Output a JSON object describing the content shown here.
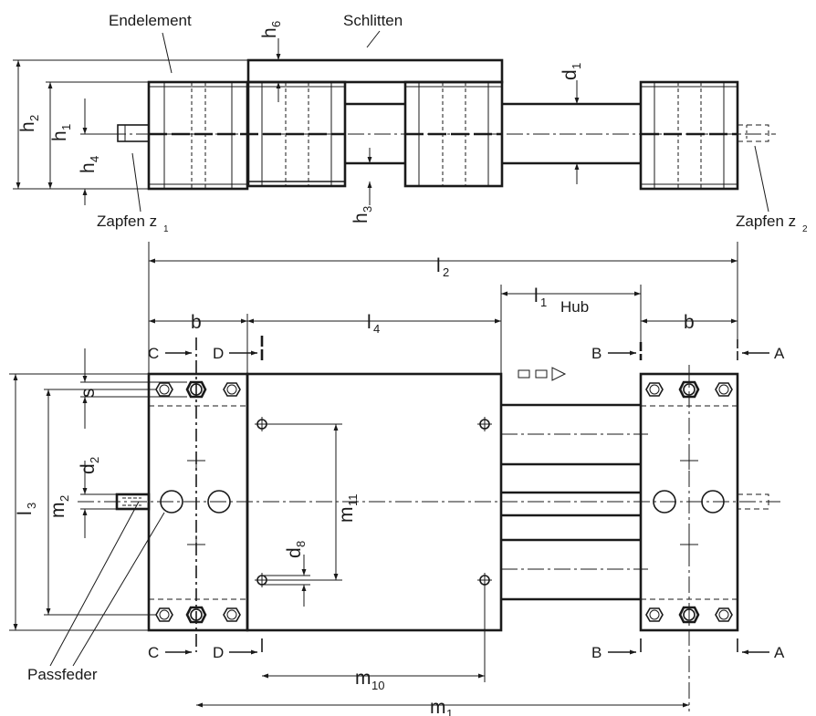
{
  "labels": {
    "endelement": "Endelement",
    "schlitten": "Schlitten",
    "zapfen_z1": "Zapfen z",
    "zapfen_z1_sub": "1",
    "zapfen_z2": "Zapfen z",
    "zapfen_z2_sub": "2",
    "passfeder": "Passfeder",
    "hub": "Hub"
  },
  "dimensions": {
    "h6": "h",
    "h6_sub": "6",
    "h2": "h",
    "h2_sub": "2",
    "h1": "h",
    "h1_sub": "1",
    "h4": "h",
    "h4_sub": "4",
    "h3": "h",
    "h3_sub": "3",
    "d1": "d",
    "d1_sub": "1",
    "l2": "l",
    "l2_sub": "2",
    "l1": "l",
    "l1_sub": "1",
    "l4": "l",
    "l4_sub": "4",
    "l3": "l",
    "l3_sub": "3",
    "b_left": "b",
    "b_right": "b",
    "s": "s",
    "m2": "m",
    "m2_sub": "2",
    "d2": "d",
    "d2_sub": "2",
    "m11": "m",
    "m11_sub": "11",
    "d8": "d",
    "d8_sub": "8",
    "m10": "m",
    "m10_sub": "10",
    "m1": "m",
    "m1_sub": "1"
  },
  "section_marks": {
    "c_top": "C",
    "d_top": "D",
    "b_top": "B",
    "a_top": "A",
    "c_bot": "C",
    "d_bot": "D",
    "b_bot": "B",
    "a_bot": "A"
  }
}
